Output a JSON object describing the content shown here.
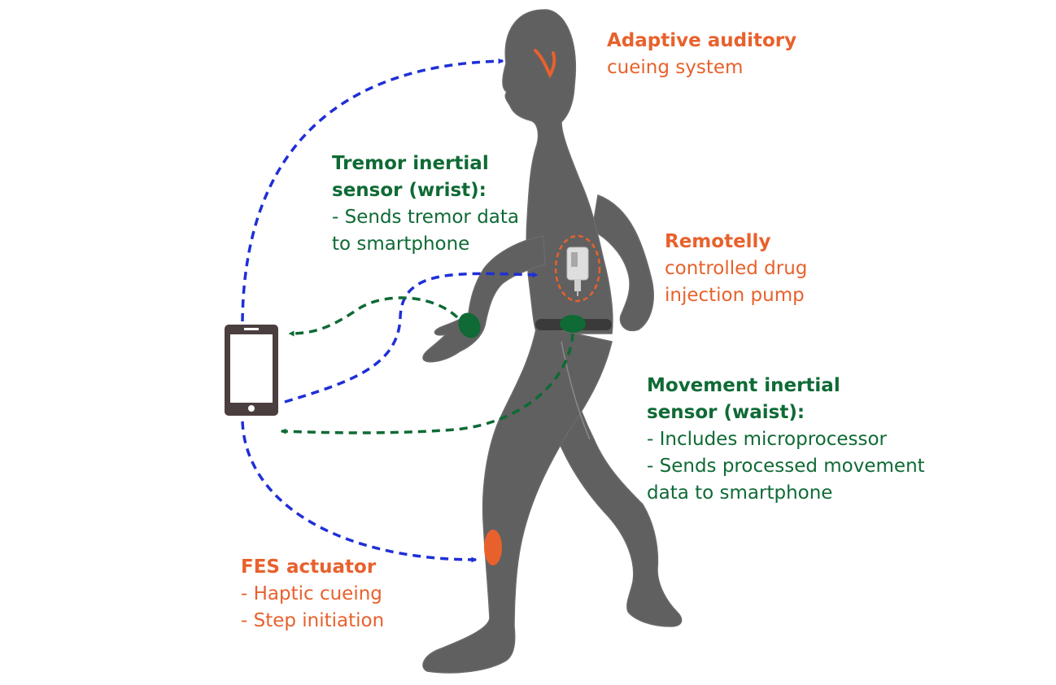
{
  "colors": {
    "body": "#606060",
    "body_outline": "#8a8a8a",
    "orange": "#e8612c",
    "green": "#0f6a35",
    "blue": "#1f2fd6",
    "belt": "#3a3a3a",
    "phone": "#4b3e3e"
  },
  "icons": [
    "smartphone-icon",
    "ear-icon",
    "pump-icon"
  ],
  "labels": {
    "auditory": {
      "title": "Adaptive auditory",
      "lines": [
        "cueing system"
      ]
    },
    "tremor": {
      "title_lines": [
        "Tremor inertial",
        "sensor (wrist):"
      ],
      "lines": [
        "- Sends tremor data",
        "to smartphone"
      ]
    },
    "pump": {
      "title": "Remotelly",
      "lines": [
        "controlled drug",
        "injection pump"
      ]
    },
    "movement": {
      "title_lines": [
        "Movement inertial",
        "sensor (waist):"
      ],
      "lines": [
        "- Includes microprocessor",
        "- Sends processed movement",
        "data to smartphone"
      ]
    },
    "fes": {
      "title": "FES actuator",
      "lines": [
        "- Haptic cueing",
        "- Step initiation"
      ]
    }
  }
}
